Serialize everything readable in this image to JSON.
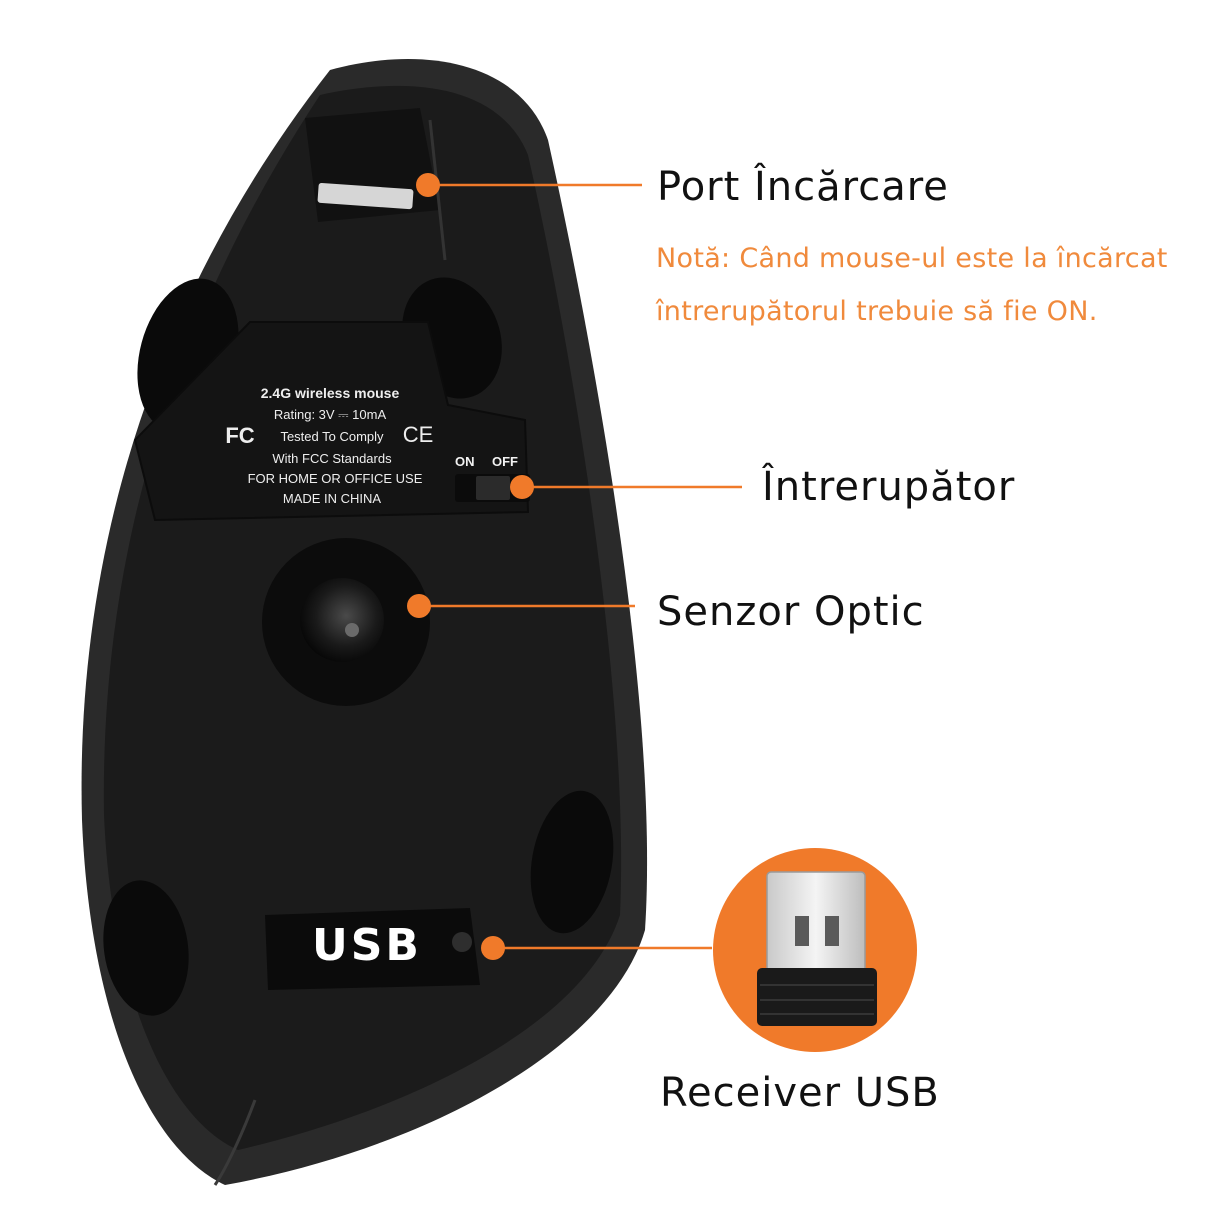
{
  "callouts": {
    "charging_port": "Port Încărcare",
    "note_line1": "Notă: Când mouse-ul este la încărcat",
    "note_line2": "întrerupătorul trebuie să fie ON.",
    "switch": "Întrerupător",
    "optical_sensor": "Senzor Optic",
    "usb_receiver": "Receiver USB"
  },
  "sticker": {
    "line1": "2.4G wireless mouse",
    "line2": "Rating: 3V ⎓ 10mA",
    "fcc_mark": "FC",
    "line3": "Tested To Comply",
    "ce_mark": "CE",
    "line4": "With FCC Standards",
    "line5": "FOR HOME OR OFFICE USE",
    "line6": "MADE IN CHINA"
  },
  "switch_labels": {
    "on": "ON",
    "off": "OFF"
  },
  "usb_bay_label": "USB",
  "colors": {
    "accent": "#f07a2a",
    "note": "#f08a3c",
    "mouse_body": "#1c1c1c",
    "mouse_rim": "#2c2c2c"
  }
}
